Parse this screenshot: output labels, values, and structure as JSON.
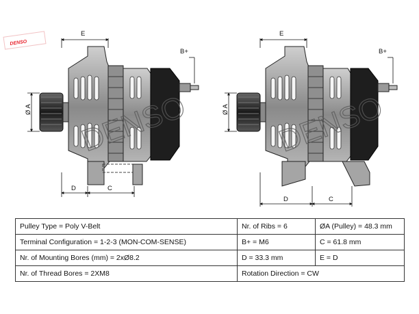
{
  "brand": "DENSO",
  "watermark": "DENSO",
  "left_view": {
    "dim_e": "E",
    "dim_b_plus": "B+",
    "dim_a": "Ø A",
    "dim_d": "D",
    "dim_c": "C"
  },
  "right_view": {
    "dim_e": "E",
    "dim_b_plus": "B+",
    "dim_a": "Ø A",
    "dim_d": "D",
    "dim_c": "C"
  },
  "specs": {
    "rows": [
      [
        "Pulley Type = Poly V-Belt",
        "Nr. of Ribs = 6",
        "ØA (Pulley) = 48.3 mm"
      ],
      [
        "Terminal Configuration = 1-2-3 (MON-COM-SENSE)",
        "B+ = M6",
        "C = 61.8 mm"
      ],
      [
        "Nr. of Mounting Bores (mm) = 2xØ8.2",
        "D = 33.3 mm",
        "E = D"
      ],
      [
        "Nr. of Thread Bores = 2XM8",
        "Rotation Direction = CW",
        ""
      ]
    ]
  },
  "colors": {
    "brand": "#e8202a",
    "housing": "#9a9a9a",
    "dark": "#1e1e1e"
  }
}
